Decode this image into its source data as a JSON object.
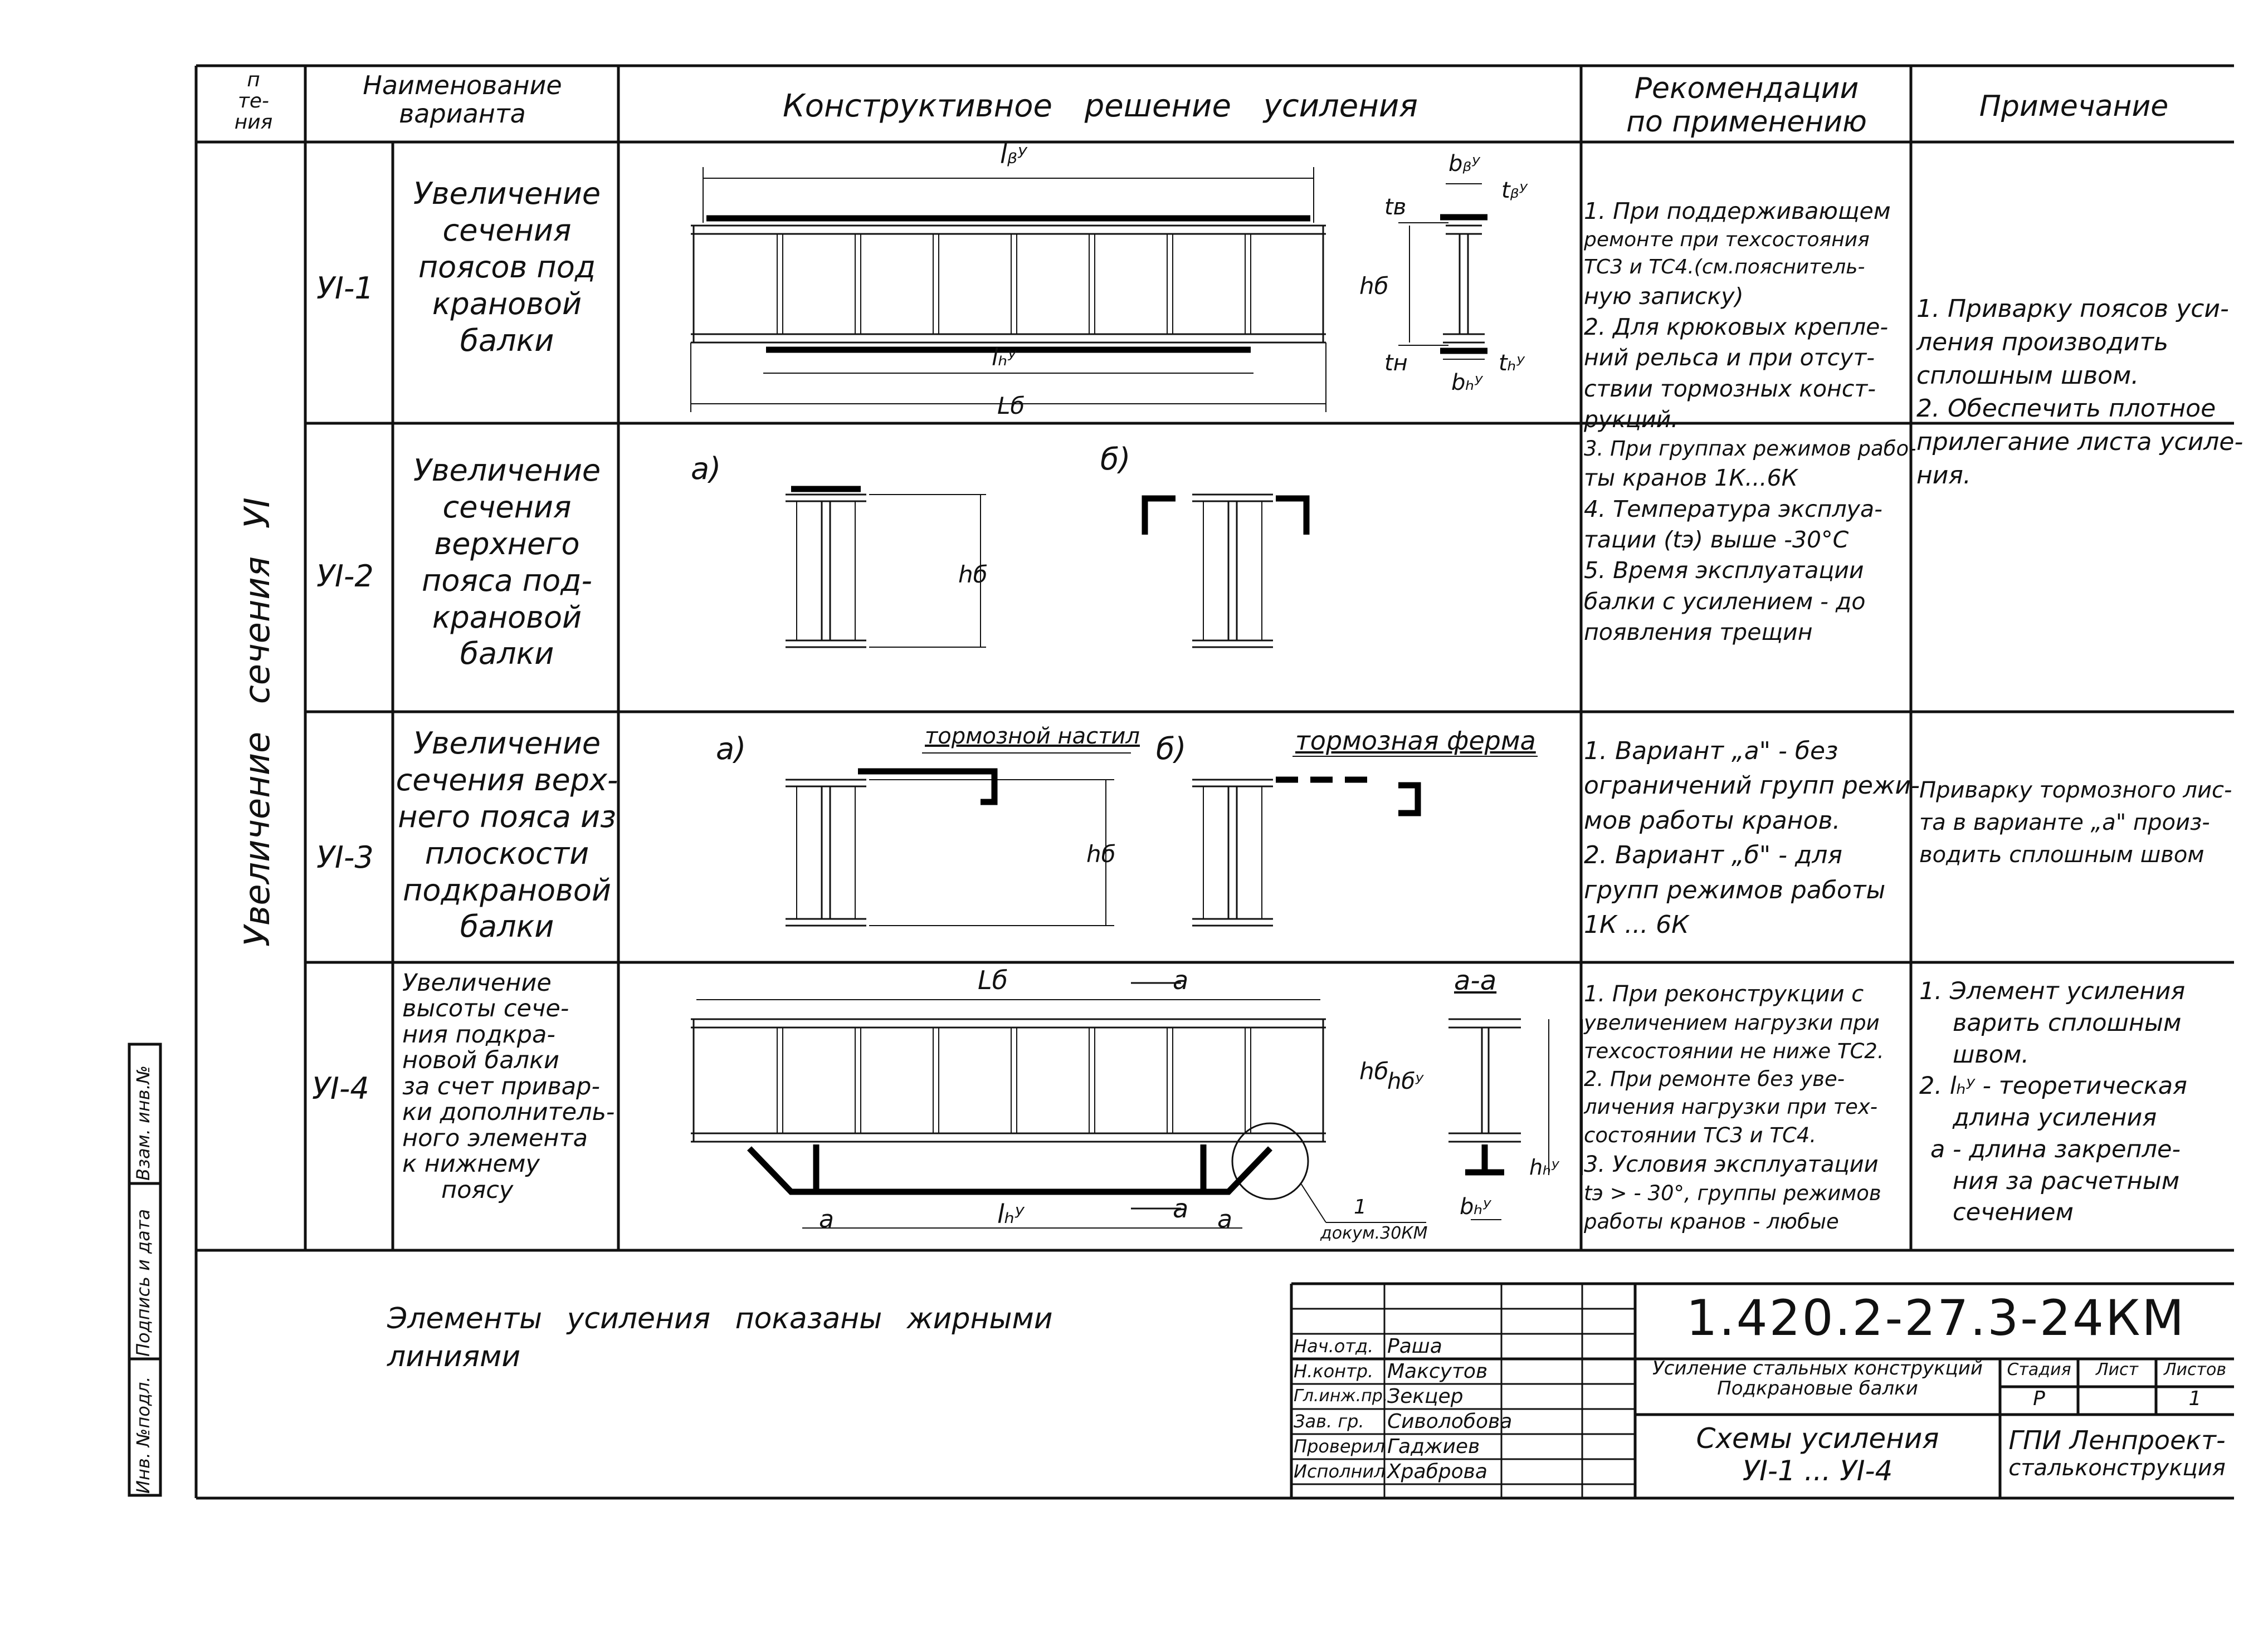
{
  "header": {
    "num_col": [
      "п",
      "те-",
      "ния"
    ],
    "name_col": [
      "Наименование",
      "варианта"
    ],
    "solution_col": "Конструктивное решение усиления",
    "recommend_col": [
      "Рекомендации",
      "по применению"
    ],
    "note_col": "Примечание"
  },
  "group_label": "Увеличение сечения УI",
  "rows": [
    {
      "code": "УI-1",
      "name": [
        "Увеличение",
        "сечения",
        "поясов под",
        "крановой",
        "балки"
      ],
      "recommend": [
        "1. При поддерживающем",
        "ремонте при техсостояния",
        "ТС3 и ТС4.(см.пояснитель-",
        "ную записку)",
        "2. Для крюковых крепле-",
        "ний рельса и при отсут-",
        "ствии тормозных конст-",
        "рукций.",
        "3. При группах режимов рабо-",
        "ты кранов 1К...6К",
        "4. Температура эксплуа-",
        "тации (tэ) выше -30°С",
        "5. Время эксплуатации",
        "балки с усилением - до",
        "появления трещин"
      ],
      "notes": [
        "1. Приварку поясов уси-",
        "ления производить",
        "сплошным швом.",
        "2. Обеспечить плотное",
        "прилегание листа усиле-",
        "ния."
      ],
      "labels": {
        "top_len": "lᵦʸ",
        "bot_len": "lₕʸ",
        "full_len": "Lб",
        "hb": "hб",
        "tb": "tв",
        "tn": "tн",
        "by_top": "bᵦʸ",
        "by_bot": "bₕʸ",
        "ty_top": "tᵦʸ",
        "ty_bot": "tₕʸ"
      }
    },
    {
      "code": "УI-2",
      "name": [
        "Увеличение",
        "сечения",
        "верхнего",
        "пояса под-",
        "крановой",
        "балки"
      ],
      "labels": {
        "a": "а)",
        "b": "б)",
        "hb": "hб"
      }
    },
    {
      "code": "УI-3",
      "name": [
        "Увеличение",
        "сечения верх-",
        "него пояса из",
        "плоскости",
        "подкрановой",
        "балки"
      ],
      "recommend": [
        "1. Вариант „а\" - без",
        "ограничений групп режи-",
        "мов работы кранов.",
        "2. Вариант „б\" - для",
        "групп режимов работы",
        "1К ... 6К"
      ],
      "notes": [
        "Приварку тормозного лис-",
        "та в варианте „а\" произ-",
        "водить сплошным швом"
      ],
      "labels": {
        "a": "а)",
        "b": "б)",
        "hb": "hб",
        "deck": "тормозной настил",
        "truss": "тормозная ферма"
      }
    },
    {
      "code": "УI-4",
      "name": [
        "Увеличение",
        "высоты сече-",
        "ния подкра-",
        "новой балки",
        "за счет привар-",
        "ки дополнитель-",
        "ного элемента",
        "к нижнему",
        "поясу"
      ],
      "recommend": [
        "1. При реконструкции с",
        "увеличением нагрузки при",
        "техсостоянии не ниже ТС2.",
        "2. При ремонте без уве-",
        "личения нагрузки при тех-",
        "состоянии ТС3 и ТС4.",
        "3. Условия эксплуатации",
        "tэ > - 30°, группы режимов",
        "работы кранов - любые"
      ],
      "notes": [
        "1. Элемент усиления",
        "варить сплошным",
        "швом.",
        "2. lₕʸ - теоретическая",
        "длина усиления",
        "а - длина закрепле-",
        "ния за расчетным",
        "сечением"
      ],
      "labels": {
        "full_len": "Lб",
        "sec": "а",
        "sec_title": "а-а",
        "hb": "hб",
        "hby": "hбʸ",
        "hny": "hₕʸ",
        "bny": "bₕʸ",
        "a": "а",
        "ln": "lₕʸ",
        "ref_num": "1",
        "ref_doc": "докум.30КМ"
      }
    }
  ],
  "footnote": [
    "Элементы усиления показаны жирными",
    "линиями"
  ],
  "side_stamp": [
    "Инв. №подл.",
    "Подпись и дата",
    "Взам. инв.№"
  ],
  "title_block": {
    "code": "1.420.2-27.3-24КМ",
    "people": [
      {
        "role": "Нач.отд.",
        "name": "Раша"
      },
      {
        "role": "Н.контр.",
        "name": "Максутов"
      },
      {
        "role": "Гл.инж.пр.",
        "name": "Зекцер"
      },
      {
        "role": "Зав. гр.",
        "name": "Сиволобова"
      },
      {
        "role": "Проверил",
        "name": "Гаджиев"
      },
      {
        "role": "Исполнил",
        "name": "Храброва"
      }
    ],
    "project": [
      "Усиление стальных конструкций",
      "Подкрановые балки"
    ],
    "sheet_title": [
      "Схемы усиления",
      "УI-1 ... УI-4"
    ],
    "stage_h": "Стадия",
    "sheet_h": "Лист",
    "sheets_h": "Листов",
    "stage": "Р",
    "sheet": "1",
    "org": [
      "ГПИ Ленпроект-",
      "стальконструкция"
    ]
  }
}
